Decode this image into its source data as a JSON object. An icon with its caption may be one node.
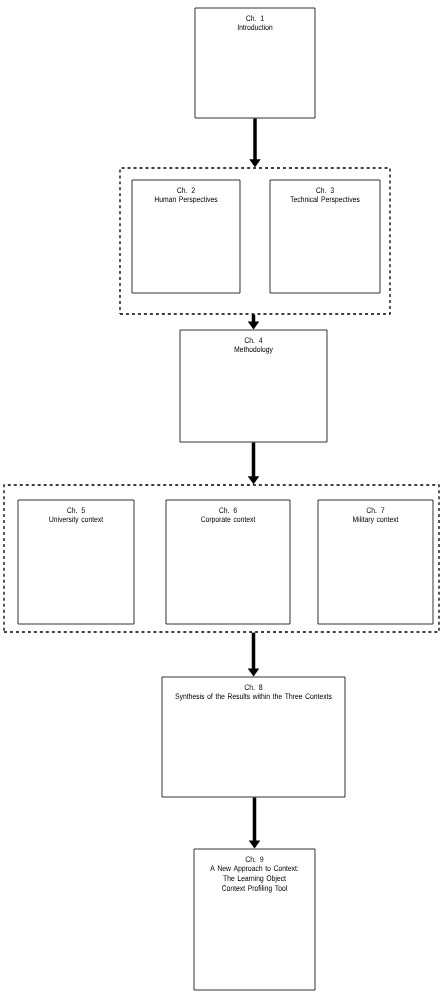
{
  "diagram": {
    "nodes": [
      {
        "text": [
          "Ch. 1",
          "Introduction"
        ]
      },
      {
        "text": [],
        "shape": "box"
      },
      {
        "text": [
          "Ch. 2",
          "Human Perspectives"
        ],
        "in": 1
      },
      {
        "text": [
          "Ch. 3",
          "Technical Perspectives"
        ],
        "in": 1
      },
      {
        "text": [
          "Ch. 4",
          "Methodology"
        ]
      },
      {
        "text": [],
        "shape": "box"
      },
      {
        "text": [
          "Ch. 5",
          "University context"
        ],
        "in": 5
      },
      {
        "text": [
          "Ch. 6",
          "Corporate context"
        ],
        "in": 5
      },
      {
        "text": [
          "Ch. 7",
          "Military context"
        ],
        "in": 5
      },
      {
        "text": [
          "Ch. 8",
          "Synthesis of the Results within the Three Contexts"
        ]
      },
      {
        "text": [
          "Ch. 9",
          "A New Approach to Context: The Learning Object Context Profiling Tool"
        ]
      }
    ],
    "edges": [
      {
        "from": 0,
        "to": 1,
        "arrow": "to"
      },
      {
        "from": 1,
        "to": 4,
        "arrow": "to"
      },
      {
        "from": 4,
        "to": 5,
        "arrow": "to"
      },
      {
        "from": 5,
        "to": 9,
        "arrow": "to"
      },
      {
        "from": 9,
        "to": 10,
        "arrow": "to"
      }
    ]
  }
}
